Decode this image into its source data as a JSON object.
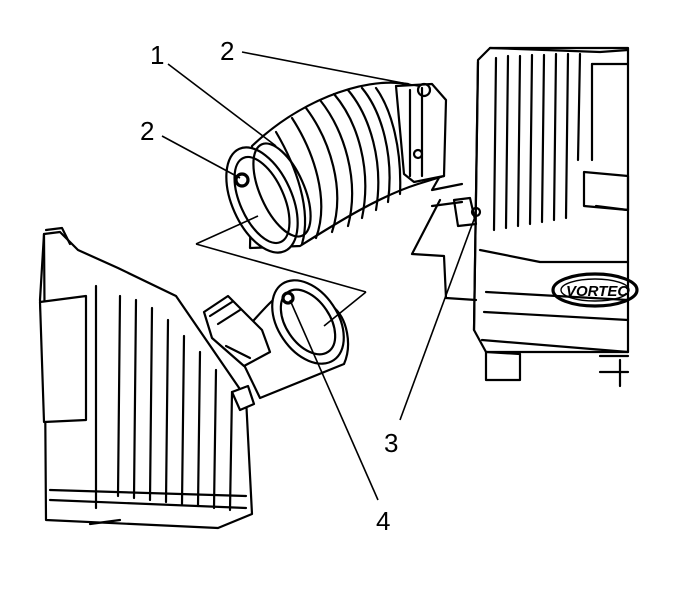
{
  "callouts": [
    {
      "id": "c1",
      "label": "1"
    },
    {
      "id": "c2a",
      "label": "2"
    },
    {
      "id": "c2b",
      "label": "2"
    },
    {
      "id": "c3",
      "label": "3"
    },
    {
      "id": "c4",
      "label": "4"
    }
  ],
  "colors": {
    "ink": "#000000",
    "paper": "#ffffff"
  },
  "logo_text": "VORTEC"
}
